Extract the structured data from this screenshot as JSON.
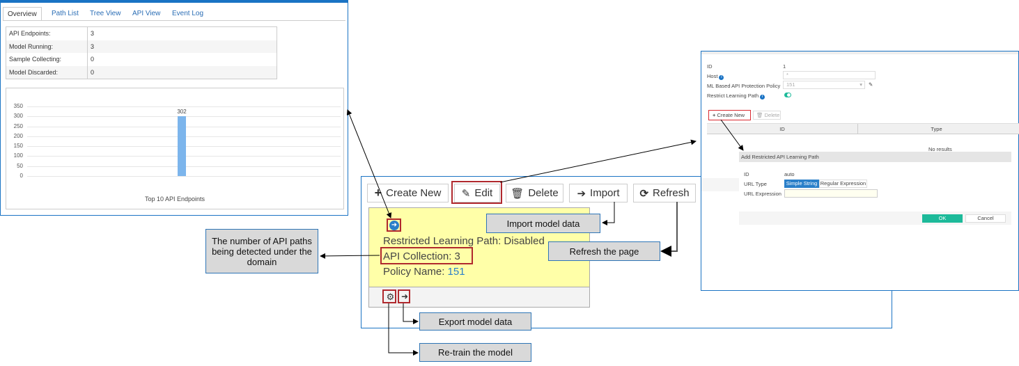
{
  "overview_panel": {
    "tabs": [
      "Overview",
      "Path List",
      "Tree View",
      "API View",
      "Event Log"
    ],
    "active_tab": "Overview",
    "stats": [
      {
        "label": "API Endpoints:",
        "value": "3"
      },
      {
        "label": "Model Running:",
        "value": "3"
      },
      {
        "label": "Sample Collecting:",
        "value": "0"
      },
      {
        "label": "Model Discarded:",
        "value": "0"
      }
    ]
  },
  "chart_data": {
    "type": "bar",
    "title": "Top 10 API Endpoints",
    "categories": [
      ""
    ],
    "values": [
      302
    ],
    "data_labels": [
      "302"
    ],
    "ylim": [
      0,
      350
    ],
    "yticks": [
      0,
      50,
      100,
      150,
      200,
      250,
      300,
      350
    ],
    "grid": true,
    "bar_color": "#7cb5ec"
  },
  "toolbar": {
    "create_new": "Create New",
    "edit": "Edit",
    "delete": "Delete",
    "import": "Import",
    "refresh": "Refresh"
  },
  "card": {
    "restricted": "Restricted Learning Path: Disabled",
    "api_collection": "API Collection: 3",
    "policy_label": "Policy Name: ",
    "policy_value": "151",
    "link_color": "#2a7fc9"
  },
  "callouts": {
    "api_paths": "The number of API paths being detected under the domain",
    "import": "Import model data",
    "refresh": "Refresh the page",
    "export": "Export model data",
    "retrain": "Re-train the model"
  },
  "edit_panel": {
    "id_label": "ID",
    "id_value": "1",
    "host_label": "Host",
    "host_value": "*",
    "policy_label": "ML Based API Protection Policy",
    "policy_value": "151",
    "restrict_label": "Restrict Learning Path",
    "restrict_on": true,
    "create_new": "Create New",
    "delete": "Delete",
    "col_id": "ID",
    "col_type": "Type",
    "no_results": "No results",
    "dialog": {
      "title": "Add Restricted API Learning Path",
      "id_label": "ID",
      "id_value": "auto",
      "url_type_label": "URL Type",
      "url_types": [
        "Simple String",
        "Regular Expression"
      ],
      "url_type_selected": "Simple String",
      "url_expr_label": "URL Expression",
      "url_expr_value": "",
      "ok": "OK",
      "cancel": "Cancel"
    }
  }
}
